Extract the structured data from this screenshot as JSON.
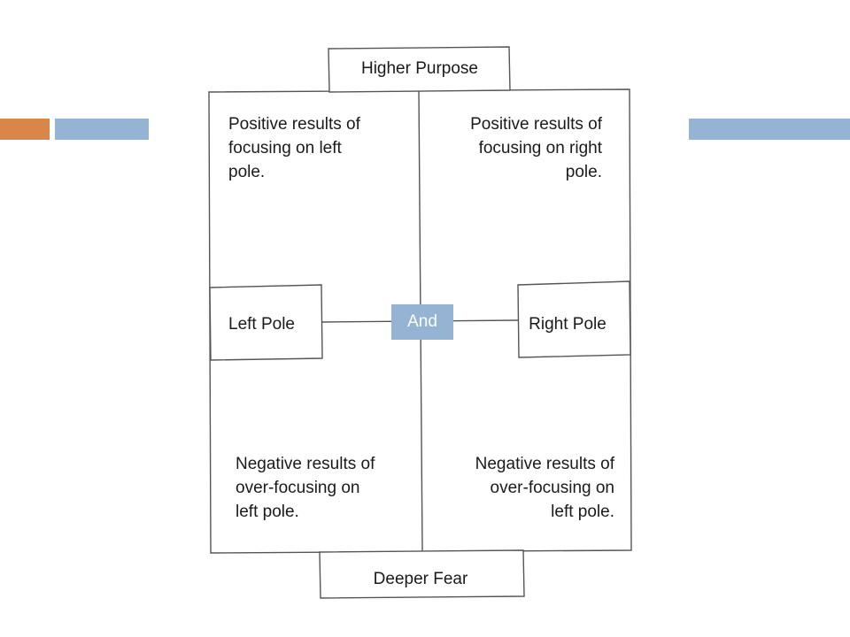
{
  "colors": {
    "orange_accent": "#D9864A",
    "blue_accent": "#95B3D3",
    "line": "#555555"
  },
  "diagram": {
    "higher_purpose": "Higher Purpose",
    "deeper_fear": "Deeper Fear",
    "and_label": "And",
    "left_pole": "Left Pole",
    "right_pole": "Right Pole",
    "positive_left": "Positive results of\nfocusing on left\npole.",
    "positive_right": "Positive results of\nfocusing on right\npole.",
    "negative_left": "Negative results of\nover-focusing on\nleft pole.",
    "negative_right": "Negative results of\nover-focusing on\nleft pole."
  }
}
